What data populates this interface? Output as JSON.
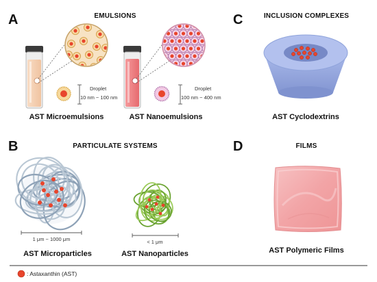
{
  "panels": {
    "a": {
      "letter": "A",
      "heading": "EMULSIONS",
      "micro": {
        "caption": "AST Microemulsions",
        "size_label": "Droplet",
        "size_range": "10 nm − 100 nm"
      },
      "nano": {
        "caption": "AST Nanoemulsions",
        "size_label": "Droplet",
        "size_range": "100 nm − 400 nm"
      }
    },
    "b": {
      "letter": "B",
      "heading": "PARTICULATE SYSTEMS",
      "micro": {
        "caption": "AST Microparticles",
        "size_range": "1 μm − 1000 μm"
      },
      "nano": {
        "caption": "AST Nanoparticles",
        "size_range": "< 1 μm"
      }
    },
    "c": {
      "letter": "C",
      "heading": "INCLUSION COMPLEXES",
      "caption": "AST Cyclodextrins"
    },
    "d": {
      "letter": "D",
      "heading": "FILMS",
      "caption": "AST Polymeric Films"
    }
  },
  "legend": {
    "label": ": Astaxanthin (AST)",
    "color": "#e8452c"
  },
  "colors": {
    "astaxanthin": "#e8452c",
    "microemulsion_liquid": "#f6d3b8",
    "nanoemulsion_liquid": "#ee7a7d",
    "cyclodextrin": "#8fa3db",
    "microparticle_fiber": "#a9b9c9",
    "nanoparticle_fiber": "#7bb23f",
    "film": "#f3a9ab"
  }
}
